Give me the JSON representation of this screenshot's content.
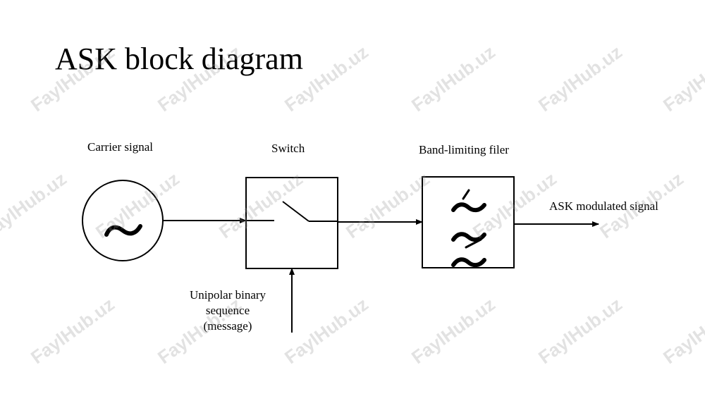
{
  "title": "ASK block diagram",
  "blocks": {
    "carrier": {
      "label": "Carrier  signal",
      "symbol": "~"
    },
    "switch": {
      "label": "Switch"
    },
    "filter": {
      "label": "Band-limiting filer"
    }
  },
  "input": {
    "lines": [
      "Unipolar binary",
      "sequence",
      "(message)"
    ]
  },
  "output": {
    "label": "ASK modulated signal"
  },
  "watermark": {
    "text": "FaylHub.uz",
    "color": "#969696"
  }
}
